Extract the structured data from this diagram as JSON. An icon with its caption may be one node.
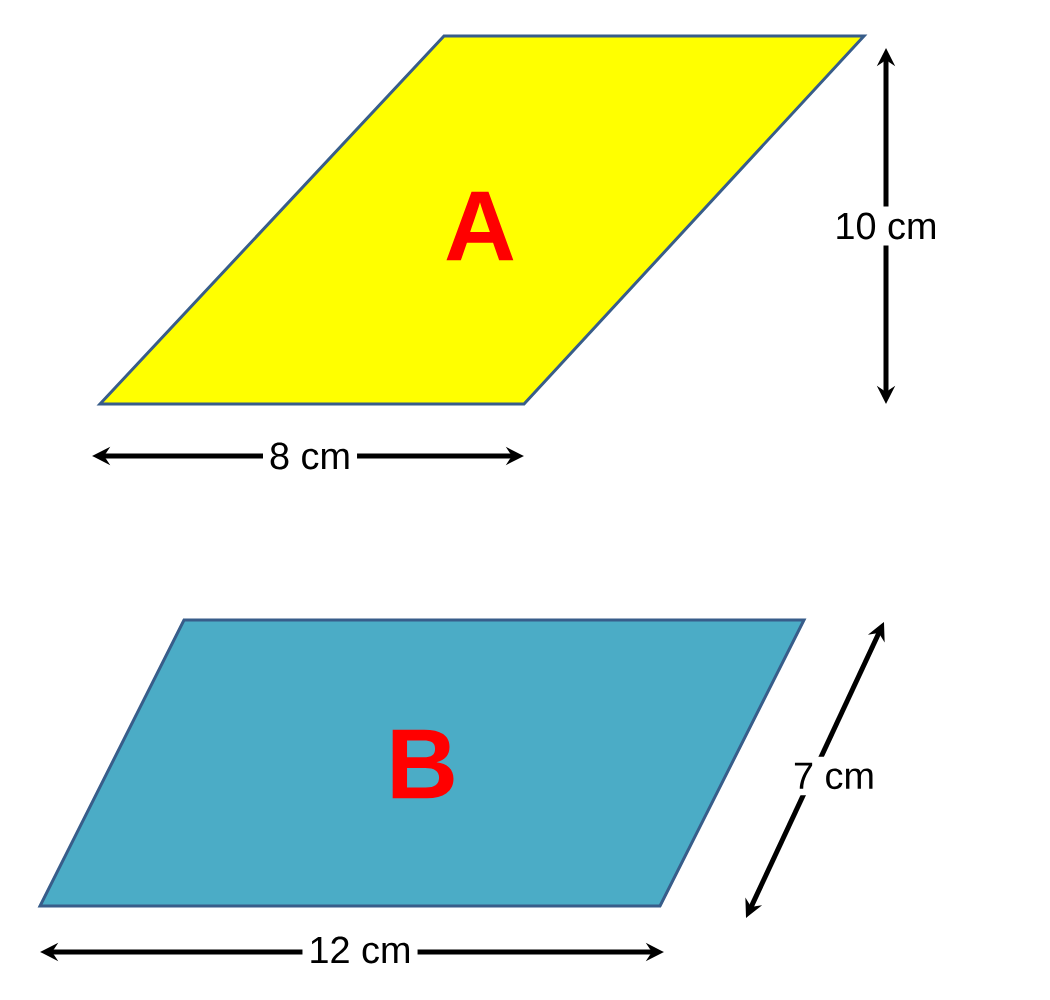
{
  "diagram": {
    "nodes": [
      {
        "text": [
          "A"
        ]
      },
      {
        "text": [
          "B"
        ]
      }
    ],
    "labels": [
      "10 cm",
      "8 cm",
      "7 cm",
      "12 cm"
    ]
  }
}
